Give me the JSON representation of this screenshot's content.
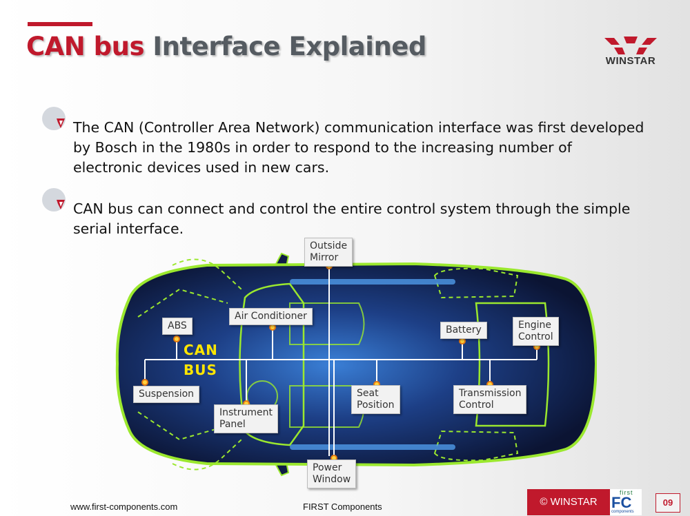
{
  "slide": {
    "title_part1": "CAN bus",
    "title_part2": "Interface Explained",
    "logo_text": "WINSTAR",
    "accent_color": "#c0192c"
  },
  "bullets": [
    "The CAN (Controller Area Network) communication interface was first developed by Bosch in the 1980s in order to respond to the increasing number of electronic devices used in new cars.",
    "CAN bus can connect and control the entire control system through the simple serial interface."
  ],
  "diagram": {
    "bus_label_line1": "CAN",
    "bus_label_line2": "BUS",
    "nodes": {
      "outside_mirror": [
        "Outside",
        "Mirror"
      ],
      "air_conditioner": [
        "Air Conditioner"
      ],
      "abs": [
        "ABS"
      ],
      "battery": [
        "Battery"
      ],
      "engine_control": [
        "Engine",
        "Control"
      ],
      "suspension": [
        "Suspension"
      ],
      "instrument_panel": [
        "Instrument",
        "Panel"
      ],
      "seat_position": [
        "Seat",
        "Position"
      ],
      "transmission_control": [
        "Transmission",
        "Control"
      ],
      "power_window": [
        "Power",
        "Window"
      ]
    }
  },
  "footer": {
    "url": "www.first-components.com",
    "company": "FIRST Components",
    "copyright": "© WINSTAR",
    "fc_top": "first",
    "fc_main": "FC",
    "fc_bottom": "components",
    "page_number": "09"
  }
}
